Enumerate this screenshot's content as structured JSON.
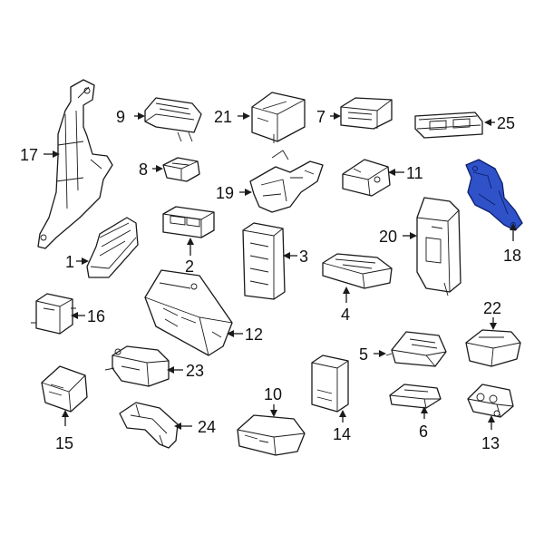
{
  "colors": {
    "outline": "#1a1a1a",
    "highlight_fill": "#2f52c9",
    "highlight_stroke": "#0c1f6b",
    "background": "#ffffff"
  },
  "highlighted_part": "18",
  "callouts": {
    "c1": "1",
    "c2": "2",
    "c3": "3",
    "c4": "4",
    "c5": "5",
    "c6": "6",
    "c7": "7",
    "c8": "8",
    "c9": "9",
    "c10": "10",
    "c11": "11",
    "c12": "12",
    "c13": "13",
    "c14": "14",
    "c15": "15",
    "c16": "16",
    "c17": "17",
    "c18": "18",
    "c19": "19",
    "c20": "20",
    "c21": "21",
    "c22": "22",
    "c23": "23",
    "c24": "24",
    "c25": "25"
  }
}
